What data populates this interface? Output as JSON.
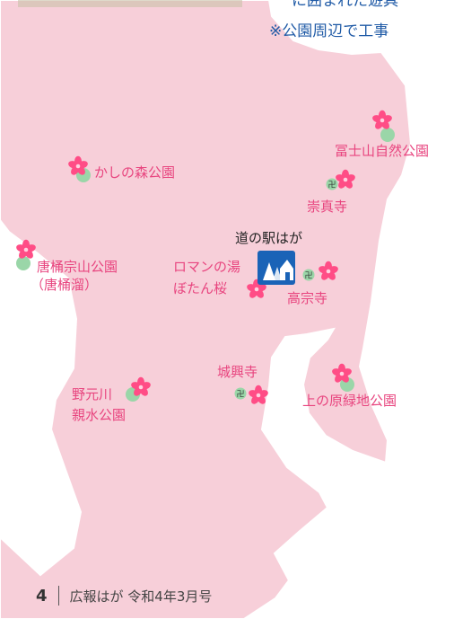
{
  "colors": {
    "map_fill": "#f7cfd9",
    "map_stroke": "#ffffff",
    "label_pink": "#e8457f",
    "text_blue": "#1f5aa6",
    "dot_green": "#9ad6a8",
    "roadside_station_blue": "#1a63b7"
  },
  "top_text": {
    "line1": "に囲まれた遊具",
    "line2": "※公園周辺で工事"
  },
  "places": {
    "fuji_park": "冨士山自然公園",
    "sushinji": "崇真寺",
    "kashi_park": "かしの森公園",
    "michinoeki": "道の駅はが",
    "karaoke_park_1": "唐桶宗山公園",
    "karaoke_park_2": "（唐桶溜）",
    "roman_1": "ロマンの湯",
    "roman_2": "ぼたん桜",
    "kosoji": "高宗寺",
    "nogami_1": "野元川",
    "nogami_2": "親水公園",
    "jokoji": "城興寺",
    "uenohara": "上の原緑地公園"
  },
  "icons": [
    "sakura-flower-icon",
    "green-dot-icon",
    "temple-manji-icon",
    "roadside-station-icon"
  ],
  "footer": {
    "page_number": "4",
    "publication": "広報はが  令和4年3月号"
  }
}
